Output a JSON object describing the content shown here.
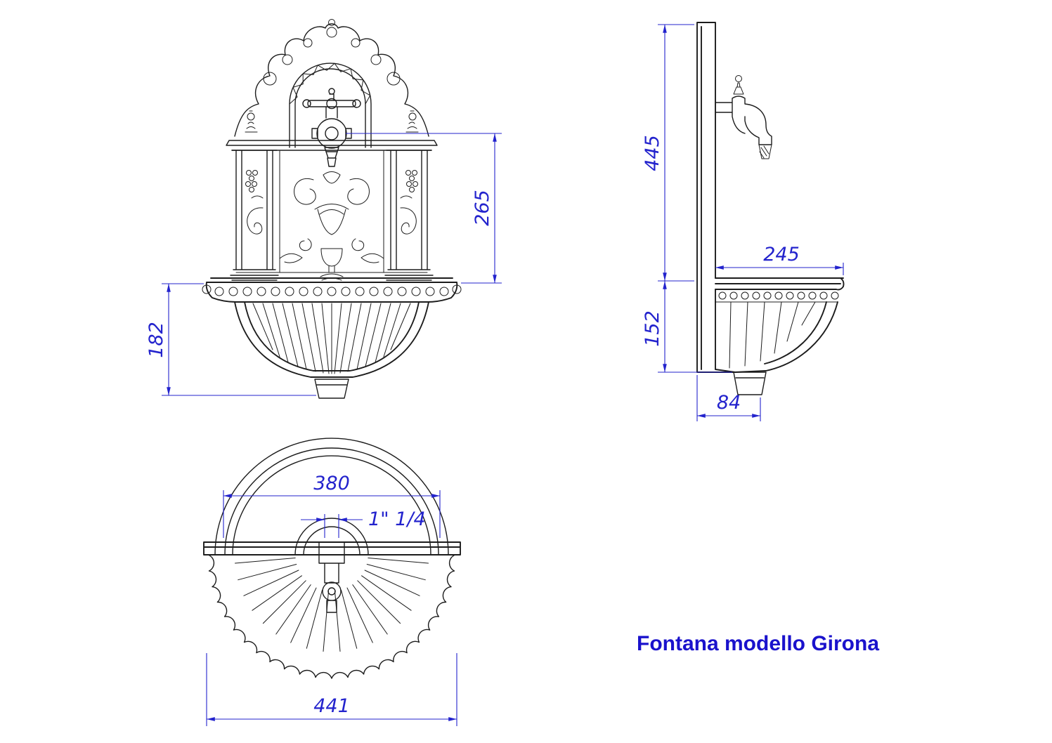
{
  "title": "Fontana modello Girona",
  "colors": {
    "ink": "#1c1c1c",
    "dimension": "#2323cd",
    "title_blue": "#1a12cc",
    "background": "#ffffff"
  },
  "views": {
    "front": {
      "dims": {
        "tap_height_above_rim": "265",
        "basin_height": "182"
      }
    },
    "side": {
      "dims": {
        "back_panel_height": "445",
        "shelf_depth": "245",
        "basin_profile_height": "152",
        "drain_offset": "84"
      }
    },
    "plan": {
      "dims": {
        "basin_inner_width": "380",
        "pipe_thread": "1\" 1/4",
        "basin_outer_width": "441"
      }
    }
  }
}
